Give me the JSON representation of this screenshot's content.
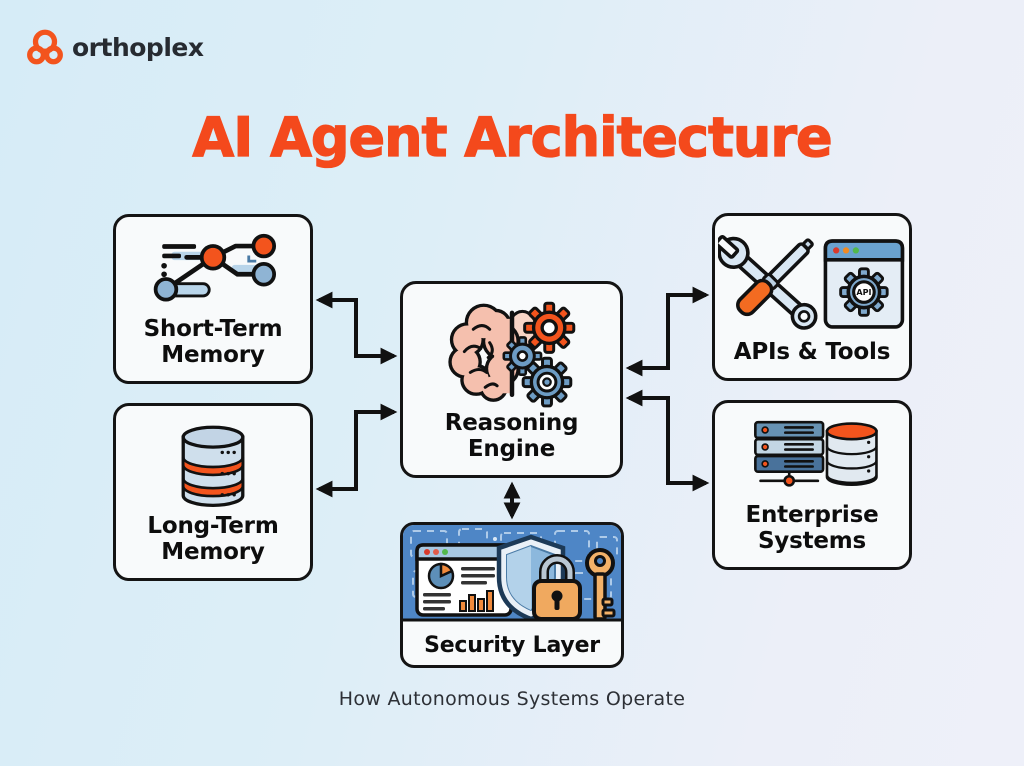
{
  "logo": {
    "text": "orthoplex",
    "icon": "orthoplex-knot-icon"
  },
  "title": "AI Agent Architecture",
  "subtitle": "How Autonomous Systems Operate",
  "nodes": {
    "short_term_memory": {
      "label": "Short-Term Memory",
      "icon": "timeline-network-icon"
    },
    "long_term_memory": {
      "label": "Long-Term Memory",
      "icon": "database-icon"
    },
    "reasoning_engine": {
      "label": "Reasoning Engine",
      "icon": "brain-gears-icon"
    },
    "apis_tools": {
      "label": "APIs & Tools",
      "icon": "tools-api-window-icon",
      "badge": "API"
    },
    "enterprise_systems": {
      "label": "Enterprise Systems",
      "icon": "server-database-icon"
    },
    "security_layer": {
      "label": "Security Layer",
      "icon": "shield-lock-key-icon"
    }
  },
  "edges": [
    {
      "from": "reasoning_engine",
      "to": "short_term_memory",
      "bidirectional": true
    },
    {
      "from": "reasoning_engine",
      "to": "long_term_memory",
      "bidirectional": true
    },
    {
      "from": "reasoning_engine",
      "to": "apis_tools",
      "bidirectional": true
    },
    {
      "from": "reasoning_engine",
      "to": "enterprise_systems",
      "bidirectional": true
    },
    {
      "from": "reasoning_engine",
      "to": "security_layer",
      "bidirectional": true
    }
  ],
  "colors": {
    "background_start": "#d6ecf7",
    "background_end": "#eef0f9",
    "title_orange": "#f4491c",
    "accent_orange": "#f3541d",
    "node_fill": "#f8fafb",
    "node_border": "#141414",
    "arrow_black": "#111111",
    "icon_blue": "#6d9cc4",
    "icon_light_blue": "#cfdfec",
    "security_panel_blue": "#4e86c6",
    "label_text": "#0d0d0d"
  }
}
